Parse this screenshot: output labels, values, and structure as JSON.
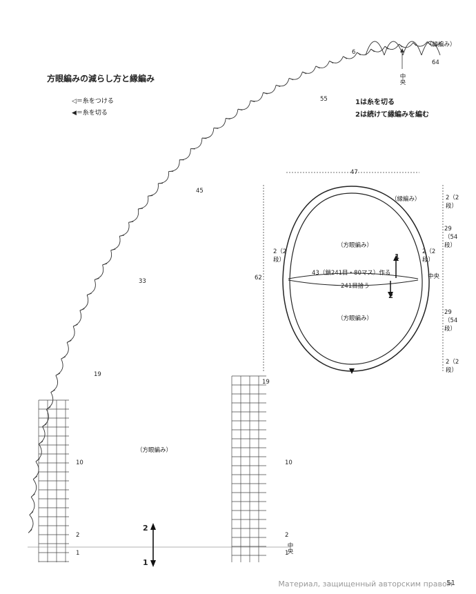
{
  "heading": "方眼編みの減らし方と縁編み",
  "legend": {
    "attach": "◁＝糸をつける",
    "cut": "◀＝糸を切る"
  },
  "notes": {
    "n1": "1は糸を切る",
    "n2": "2は続けて縁編みを編む",
    "edge": "（縁編み）",
    "center": "中央",
    "grid": "（方眼編み）"
  },
  "row_markers": {
    "r64": "64",
    "r55": "55",
    "r45": "45",
    "r33": "33",
    "r19": "19",
    "r10": "10",
    "r2": "2",
    "r1": "1",
    "r6": "6"
  },
  "arrows": {
    "up": "2",
    "down": "1"
  },
  "schematic": {
    "width_label": "47",
    "height_label": "62",
    "edge_label": "（縁編み）",
    "grid_top": "（方眼編み）",
    "grid_bottom": "（方眼編み）",
    "chain_label": "43（鎖241目・80マス）作る",
    "pick_label": "241目拾う",
    "left_side": "2（2段）",
    "right_side": "2（2段）",
    "center": "中央",
    "right_top": "2（2段）",
    "right_upper": "29（54段）",
    "right_lower": "29（54段）",
    "right_bottom": "2（2段）",
    "arrow_up": "1",
    "arrow_down": "2"
  },
  "watermark": "Материал, защищенный авторским правом",
  "page_number": "51"
}
